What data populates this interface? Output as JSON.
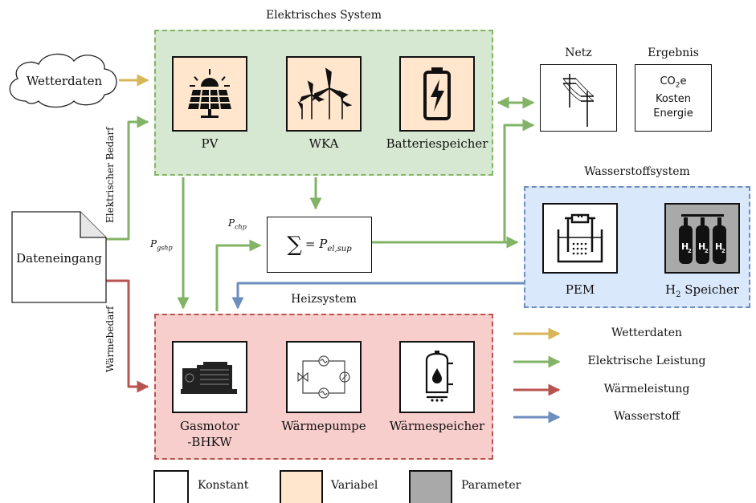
{
  "titles": {
    "elektrisches_system": "Elektrisches System",
    "heizsystem": "Heizsystem",
    "wasserstoffsystem": "Wasserstoffsystem",
    "netz": "Netz",
    "ergebnis": "Ergebnis"
  },
  "inputs": {
    "wetterdaten": "Wetterdaten",
    "dateneingang": "Dateneingang",
    "elektrischer_bedarf": "Elektrischer Bedarf",
    "waermebedarf": "Wärmebedarf"
  },
  "components": {
    "pv": "PV",
    "wka": "WKA",
    "batterie": "Batteriespeicher",
    "gasmotor_line1": "Gasmotor",
    "gasmotor_line2": "-BHKW",
    "waermepumpe": "Wärmepumpe",
    "waermespeicher": "Wärmespeicher",
    "pem": "PEM",
    "h2_speicher_prefix": "H",
    "h2_speicher_sub": "2",
    "h2_speicher_suffix": " Speicher"
  },
  "ergebnis_box": {
    "co2_prefix": "CO",
    "co2_sub": "2",
    "co2_suffix": "e",
    "kosten": "Kosten",
    "energie": "Energie"
  },
  "formula": {
    "sigma": "∑",
    "equals": "= P",
    "sub": "el,sup"
  },
  "flow_labels": {
    "p_chp_main": "P",
    "p_chp_sub": "chp",
    "p_gshp_main": "P",
    "p_gshp_sub": "gshp"
  },
  "legend_arrows": [
    {
      "label": "Wetterdaten",
      "color": "#d6b656"
    },
    {
      "label": "Elektrische Leistung",
      "color": "#82b366"
    },
    {
      "label": "Wärmeleistung",
      "color": "#b85450"
    },
    {
      "label": "Wasserstoff",
      "color": "#6c8ebf"
    }
  ],
  "legend_boxes": [
    {
      "label": "Konstant",
      "color": "#ffffff"
    },
    {
      "label": "Variabel",
      "color": "#ffe6cc"
    },
    {
      "label": "Parameter",
      "color": "#a9a9a9"
    }
  ],
  "icons": {
    "pv": "solar-panel-icon",
    "wka": "wind-turbine-icon",
    "batterie": "battery-icon",
    "netz": "power-pole-icon",
    "pem": "electrolyzer-icon",
    "h2": "gas-cylinders-icon",
    "gasmotor": "engine-icon",
    "waermepumpe": "heat-pump-icon",
    "waermespeicher": "water-heater-icon"
  }
}
